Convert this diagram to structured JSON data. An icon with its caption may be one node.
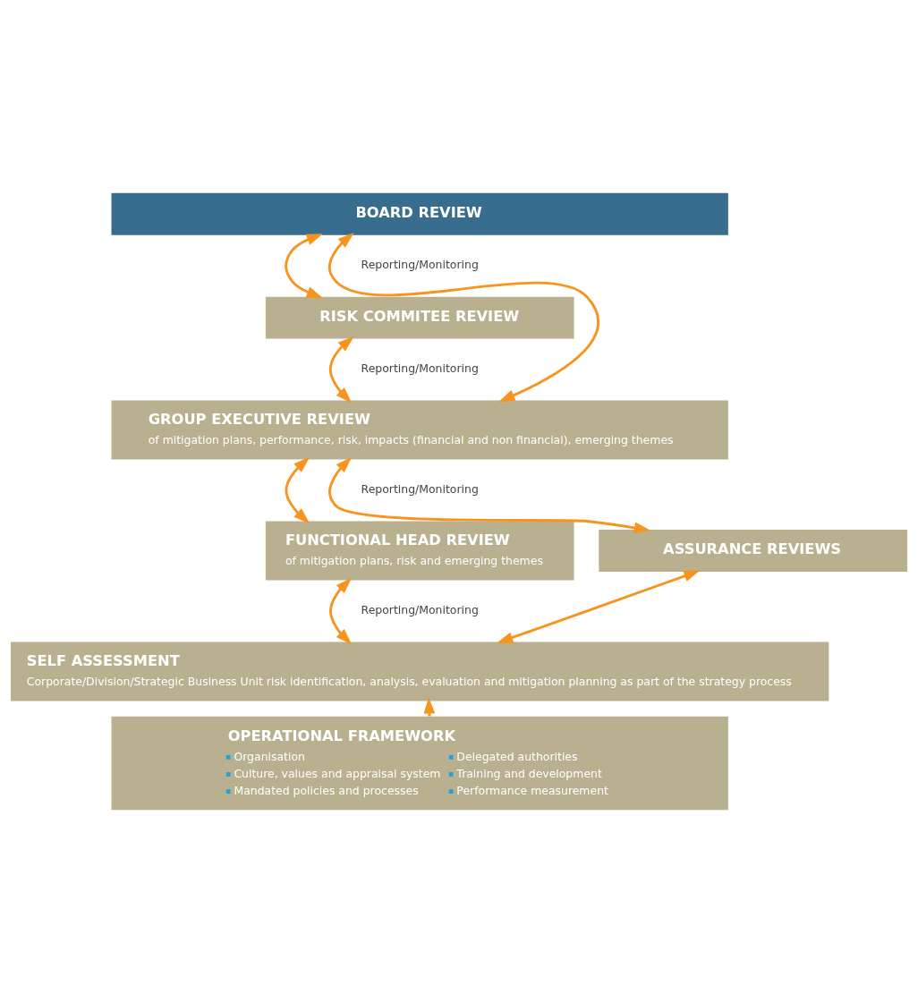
{
  "diagram": {
    "nodes": [
      {
        "text": [
          "BOARD REVIEW"
        ]
      },
      {
        "text": [
          "RISK COMMITEE REVIEW"
        ]
      },
      {
        "text": [
          "GROUP EXECUTIVE REVIEW",
          "of mitigation plans, performance, risk, impacts (financial and non financial), emerging themes"
        ]
      },
      {
        "text": [
          "FUNCTIONAL HEAD REVIEW",
          "of mitigation plans, risk and emerging themes"
        ]
      },
      {
        "text": [
          "ASSURANCE REVIEWS"
        ]
      },
      {
        "text": [
          "SELF ASSESSMENT",
          "Corporate/Division/Strategic Business Unit risk identification, analysis, evaluation and mitigation planning as part of the strategy process"
        ]
      },
      {
        "text": [
          "OPERATIONAL FRAMEWORK",
          "Organisation",
          "Culture, values and appraisal system",
          "Mandated policies and processes",
          "Delegated authorities",
          "Training and development",
          "Performance measurement"
        ]
      }
    ],
    "edges": [
      {
        "from": 0,
        "to": 2,
        "arrow": "both"
      },
      {
        "from": 0,
        "to": 1,
        "arrow": "both"
      },
      {
        "from": 1,
        "to": 2,
        "arrow": "both"
      },
      {
        "from": 2,
        "to": 3,
        "arrow": "both"
      },
      {
        "from": 2,
        "to": 4,
        "arrow": "both"
      },
      {
        "from": 3,
        "to": 5,
        "arrow": "both"
      },
      {
        "from": 4,
        "to": 5,
        "arrow": "both"
      },
      {
        "from": 6,
        "to": 5,
        "arrow": "to"
      }
    ],
    "labels": [
      "Reporting/Monitoring",
      "Reporting/Monitoring",
      "Reporting/Monitoring",
      "Reporting/Monitoring"
    ]
  }
}
